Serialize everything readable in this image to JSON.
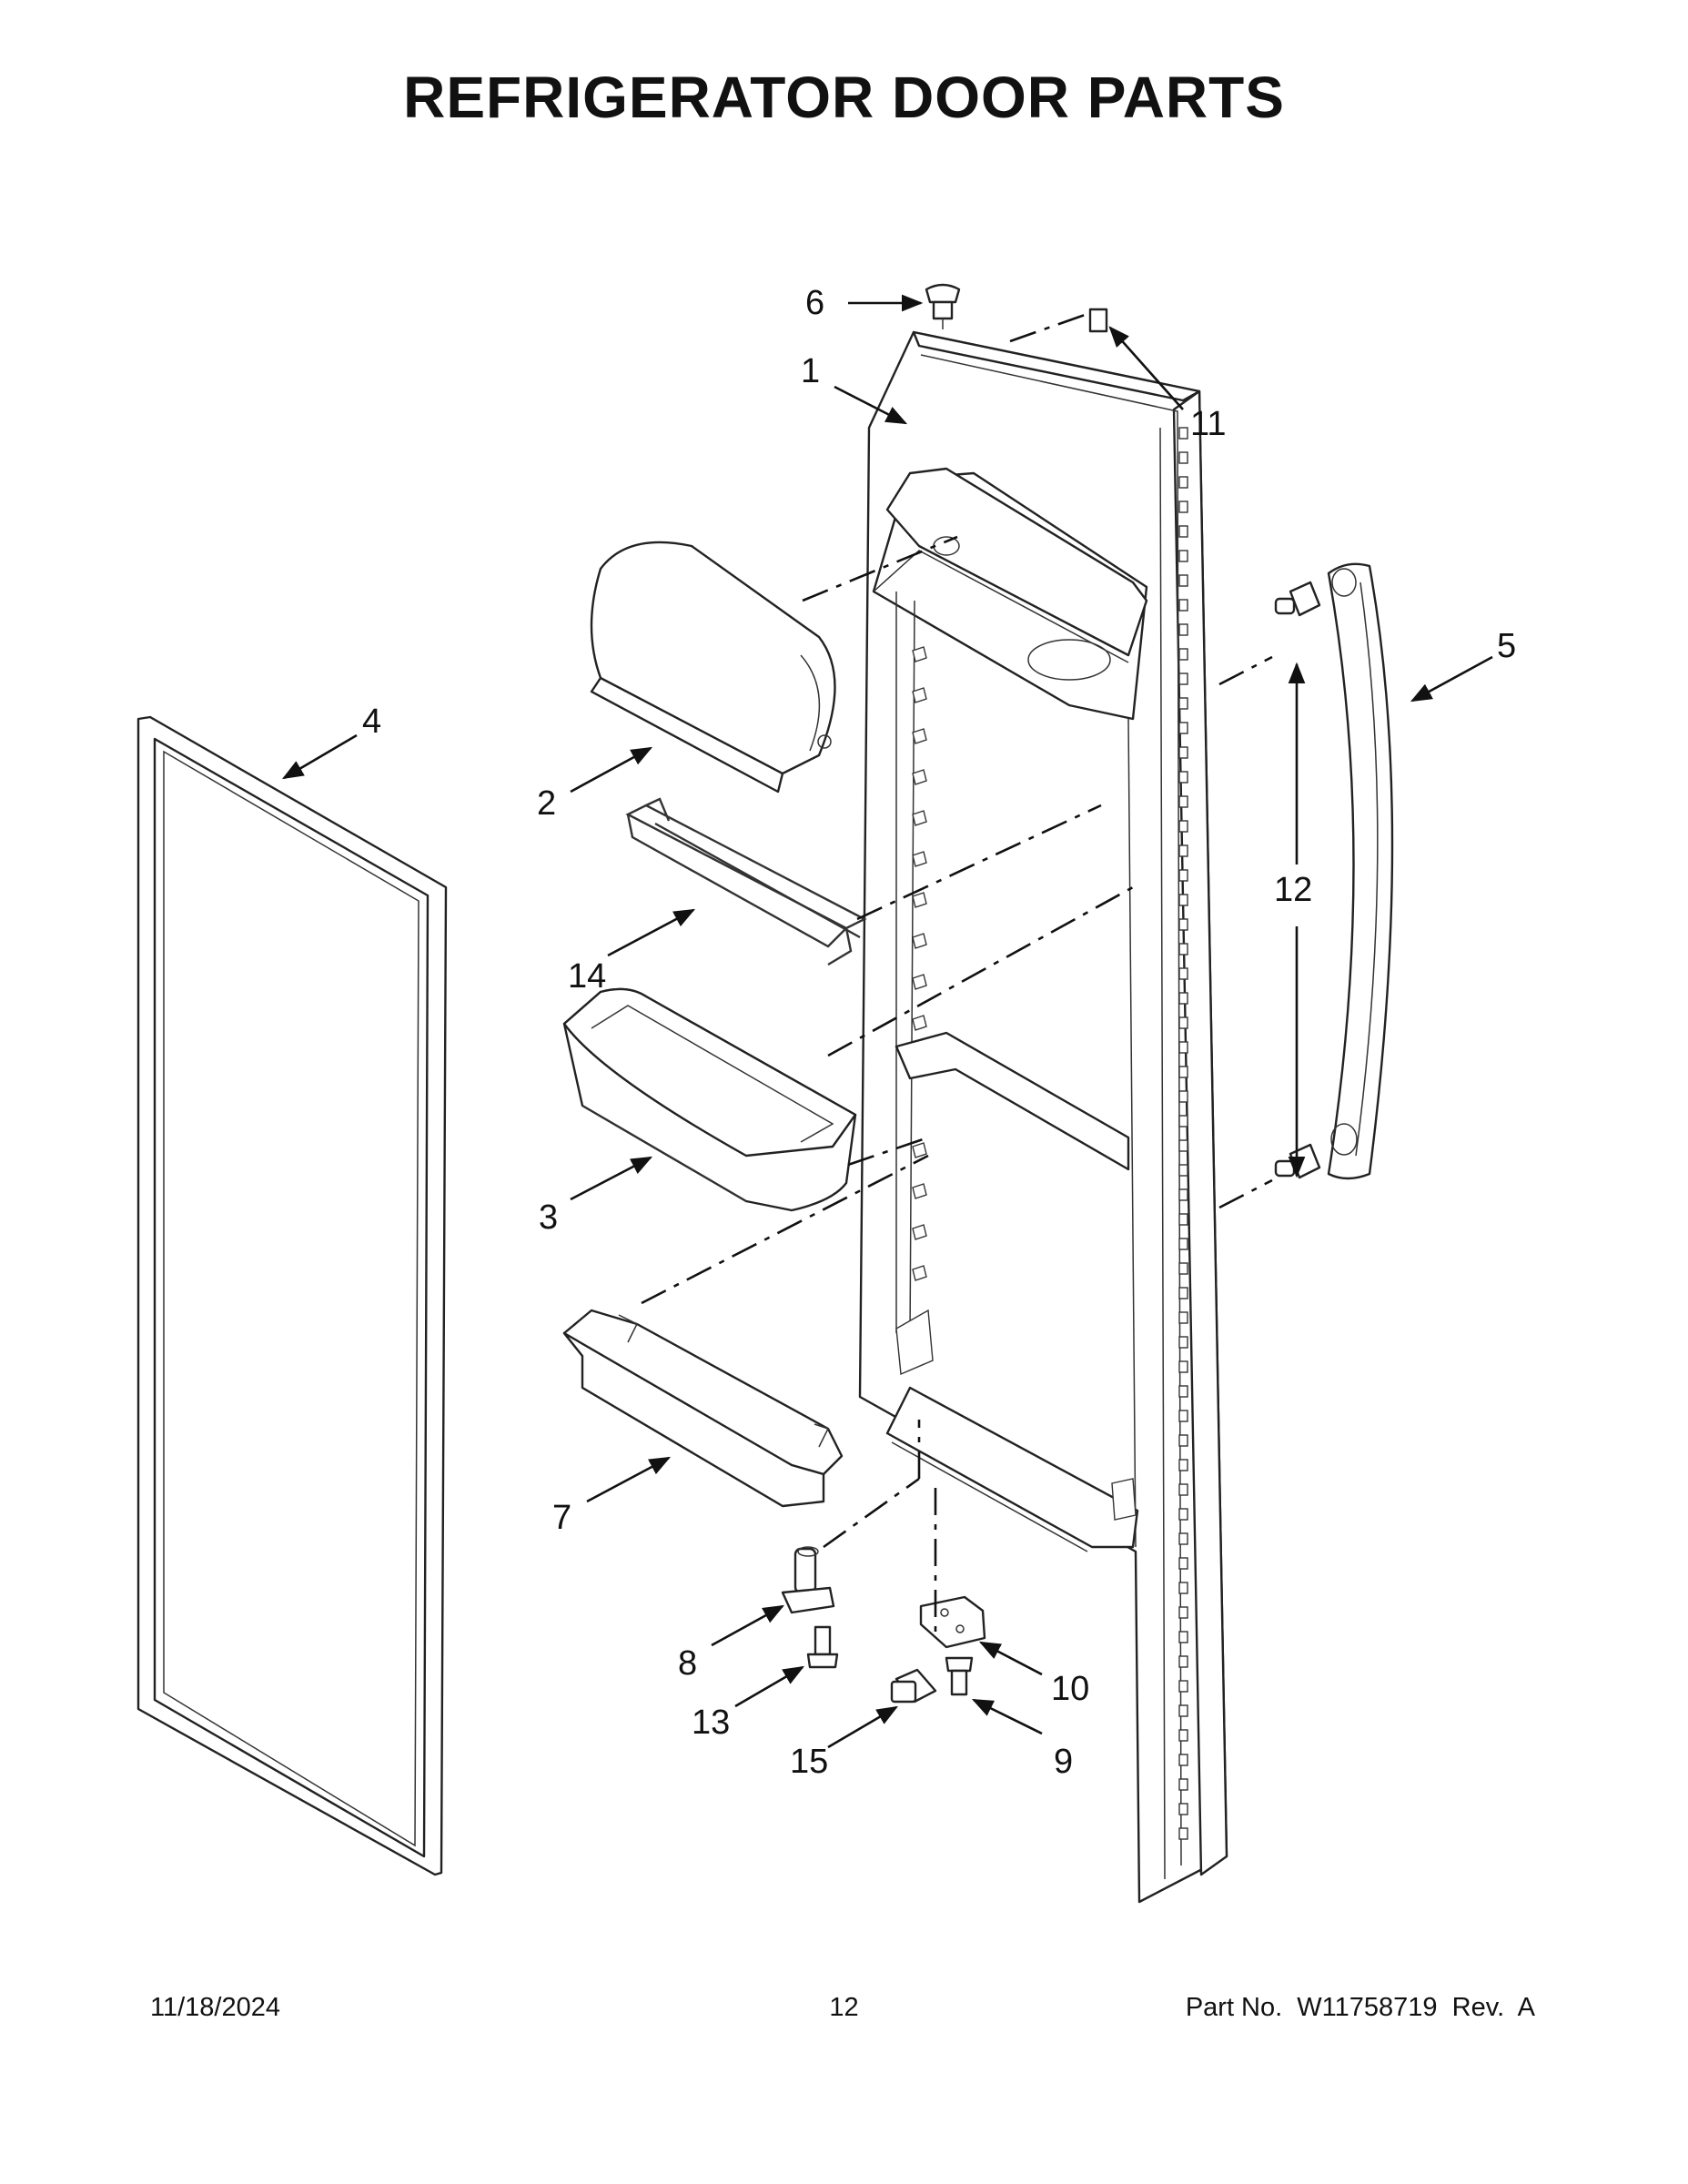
{
  "title": "REFRIGERATOR DOOR PARTS",
  "callouts": [
    "1",
    "2",
    "3",
    "4",
    "5",
    "6",
    "7",
    "8",
    "9",
    "10",
    "11",
    "12",
    "13",
    "14",
    "15"
  ],
  "footer": {
    "date": "11/18/2024",
    "page": "12",
    "part_number": "Part No.  W11758719  Rev.  A"
  }
}
